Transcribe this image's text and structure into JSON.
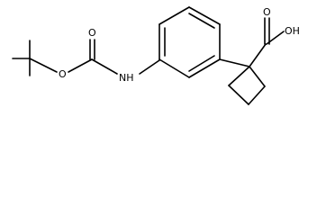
{
  "molecule": {
    "atom_labels": {
      "o_ester": "O",
      "o_carbonyl_boc": "O",
      "nh": "NH",
      "o_carbonyl_acid": "O",
      "oh": "OH"
    }
  }
}
